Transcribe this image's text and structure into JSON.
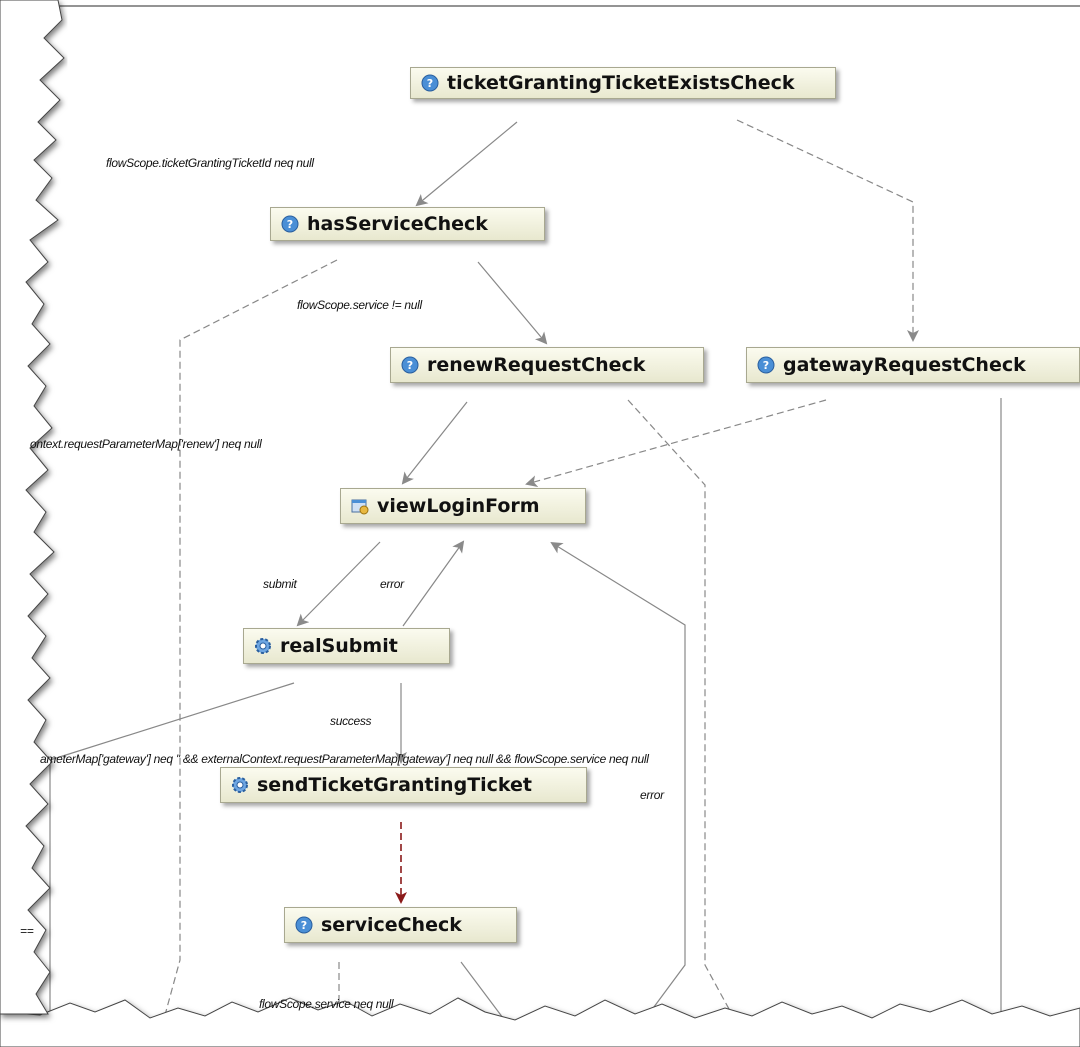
{
  "diagram": {
    "nodes": {
      "ticketGrantingTicketExistsCheck": {
        "label": "ticketGrantingTicketExistsCheck",
        "icon": "decision-icon"
      },
      "hasServiceCheck": {
        "label": "hasServiceCheck",
        "icon": "decision-icon"
      },
      "renewRequestCheck": {
        "label": "renewRequestCheck",
        "icon": "decision-icon"
      },
      "gatewayRequestCheck": {
        "label": "gatewayRequestCheck",
        "icon": "decision-icon"
      },
      "viewLoginForm": {
        "label": "viewLoginForm",
        "icon": "view-state-icon"
      },
      "realSubmit": {
        "label": "realSubmit",
        "icon": "action-state-icon"
      },
      "sendTicketGrantingTicket": {
        "label": "sendTicketGrantingTicket",
        "icon": "action-state-icon"
      },
      "serviceCheck": {
        "label": "serviceCheck",
        "icon": "decision-icon"
      }
    },
    "edge_labels": {
      "tgt_null": "flowScope.ticketGrantingTicketId neq null",
      "service_not_null": "flowScope.service != null",
      "renew_null": "ontext.requestParameterMap['renew'] neq null",
      "submit": "submit",
      "error_view": "error",
      "success": "success",
      "gateway_cond": "ameterMap['gateway'] neq '' && externalContext.requestParameterMap['gateway'] neq null && flowScope.service neq null",
      "error_send": "error",
      "service_neq_null": "flowScope.service neq null",
      "cut_left": "=="
    },
    "colors": {
      "node_top": "#fbfbef",
      "node_bottom": "#e8e8cf",
      "edge": "#888888",
      "highlight_edge": "#8b1a1a",
      "decision_icon": "#4a8fd6"
    }
  }
}
